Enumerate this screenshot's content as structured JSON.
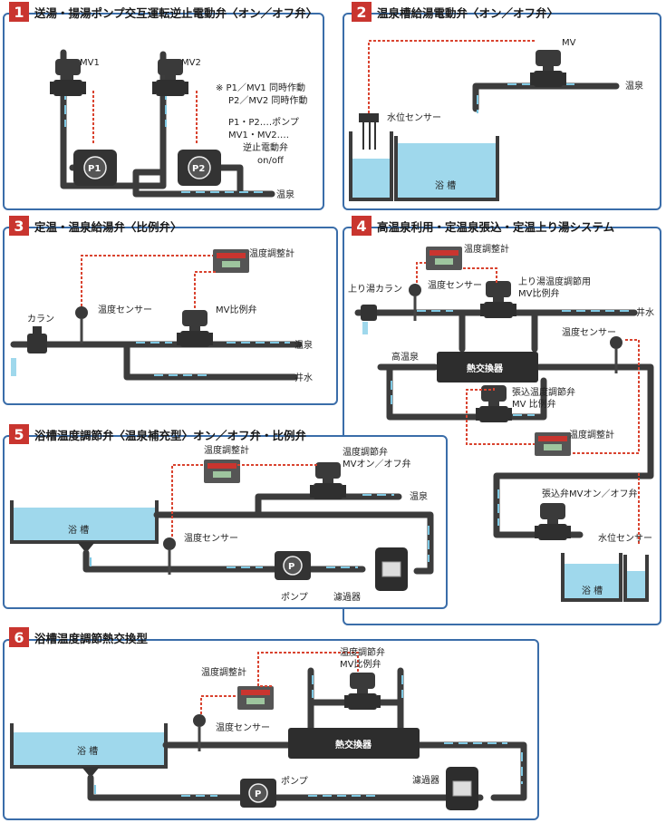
{
  "panels": [
    {
      "num": "1",
      "title": "送湯・揚湯ポンプ交互運転逆止電動弁〈オン／オフ弁〉",
      "labels": {
        "mv1": "MV1",
        "mv2": "MV2",
        "note1": "※ P1／MV1 同時作動",
        "note2": "P2／MV2 同時作動",
        "note3": "P1・P2‥‥ポンプ",
        "note4": "MV1・MV2‥‥",
        "note5": "逆止電動弁",
        "note6": "on/off",
        "p1": "P1",
        "p2": "P2",
        "onsen": "温泉"
      }
    },
    {
      "num": "2",
      "title": "温泉槽給湯電動弁〈オン／オフ弁〉",
      "labels": {
        "mv": "MV",
        "onsen": "温泉",
        "sensor": "水位センサー",
        "bath": "浴 槽"
      }
    },
    {
      "num": "3",
      "title": "定温・温泉給湯弁〈比例弁〉",
      "labels": {
        "controller": "温度調整計",
        "sensor": "温度センサー",
        "valve": "MV比例弁",
        "tap": "カラン",
        "onsen": "温泉",
        "well": "井水"
      }
    },
    {
      "num": "4",
      "title": "高温泉利用・定温泉張込・定温上り湯システム",
      "labels": {
        "controller1": "温度調整計",
        "tap": "上り湯カラン",
        "sensor1": "温度センサー",
        "valve1a": "上り湯温度調節用",
        "valve1b": "MV比例弁",
        "well": "井水",
        "hot": "高温泉",
        "hx": "熱交換器",
        "sensor2": "温度センサー",
        "valve2a": "張込温度調節弁",
        "valve2b": "MV 比例弁",
        "controller2": "温度調整計",
        "valve3": "張込弁MVオン／オフ弁",
        "level": "水位センサー",
        "bath": "浴 槽"
      }
    },
    {
      "num": "5",
      "title": "浴槽温度調節弁〈温泉補充型〉オン／オフ弁・比例弁",
      "labels": {
        "controller": "温度調整計",
        "valve_a": "温度調節弁",
        "valve_b": "MVオン／オフ弁",
        "onsen": "温泉",
        "bath": "浴 槽",
        "sensor": "温度センサー",
        "pump": "ポンプ",
        "p": "P",
        "filter": "濾過器"
      }
    },
    {
      "num": "6",
      "title": "浴槽温度調節熱交換型",
      "labels": {
        "valve_a": "温度調節弁",
        "valve_b": "MV比例弁",
        "controller": "温度調整計",
        "sensor": "温度センサー",
        "bath": "浴 槽",
        "hx": "熱交換器",
        "pump": "ポンプ",
        "p": "P",
        "filter": "濾過器"
      }
    }
  ],
  "colors": {
    "frame": "#3a6da9",
    "badge": "#c9352f",
    "pipe": "#3c3c3c",
    "flow": "#7ec8e3",
    "signal": "#d9432f",
    "water": "#9fd8ec"
  }
}
